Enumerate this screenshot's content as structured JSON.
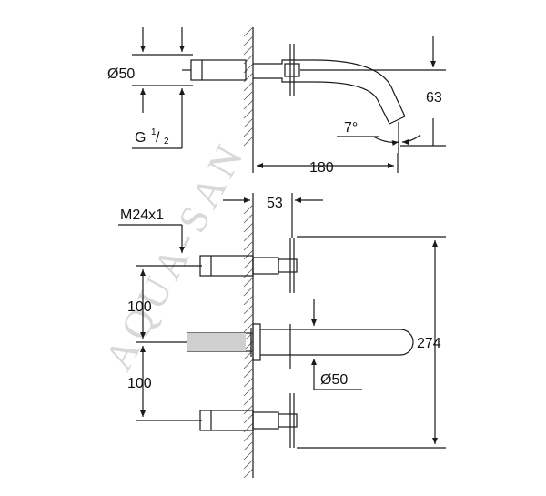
{
  "drawing": {
    "watermark": "AQUA-SAN",
    "top_view": {
      "diameter_label": "Ø50",
      "thread_label": "G",
      "thread_num": "1",
      "thread_den": "2",
      "angle_label": "7°",
      "height_label": "63",
      "length_label": "180"
    },
    "front_view": {
      "thread_label": "M24x1",
      "depth_label": "53",
      "spacing_upper_label": "100",
      "spacing_lower_label": "100",
      "total_height_label": "274",
      "spout_diameter_label": "Ø50"
    }
  },
  "colors": {
    "line": "#1a1a1a",
    "hatch": "#555555",
    "watermark": "#d8d8d8"
  }
}
